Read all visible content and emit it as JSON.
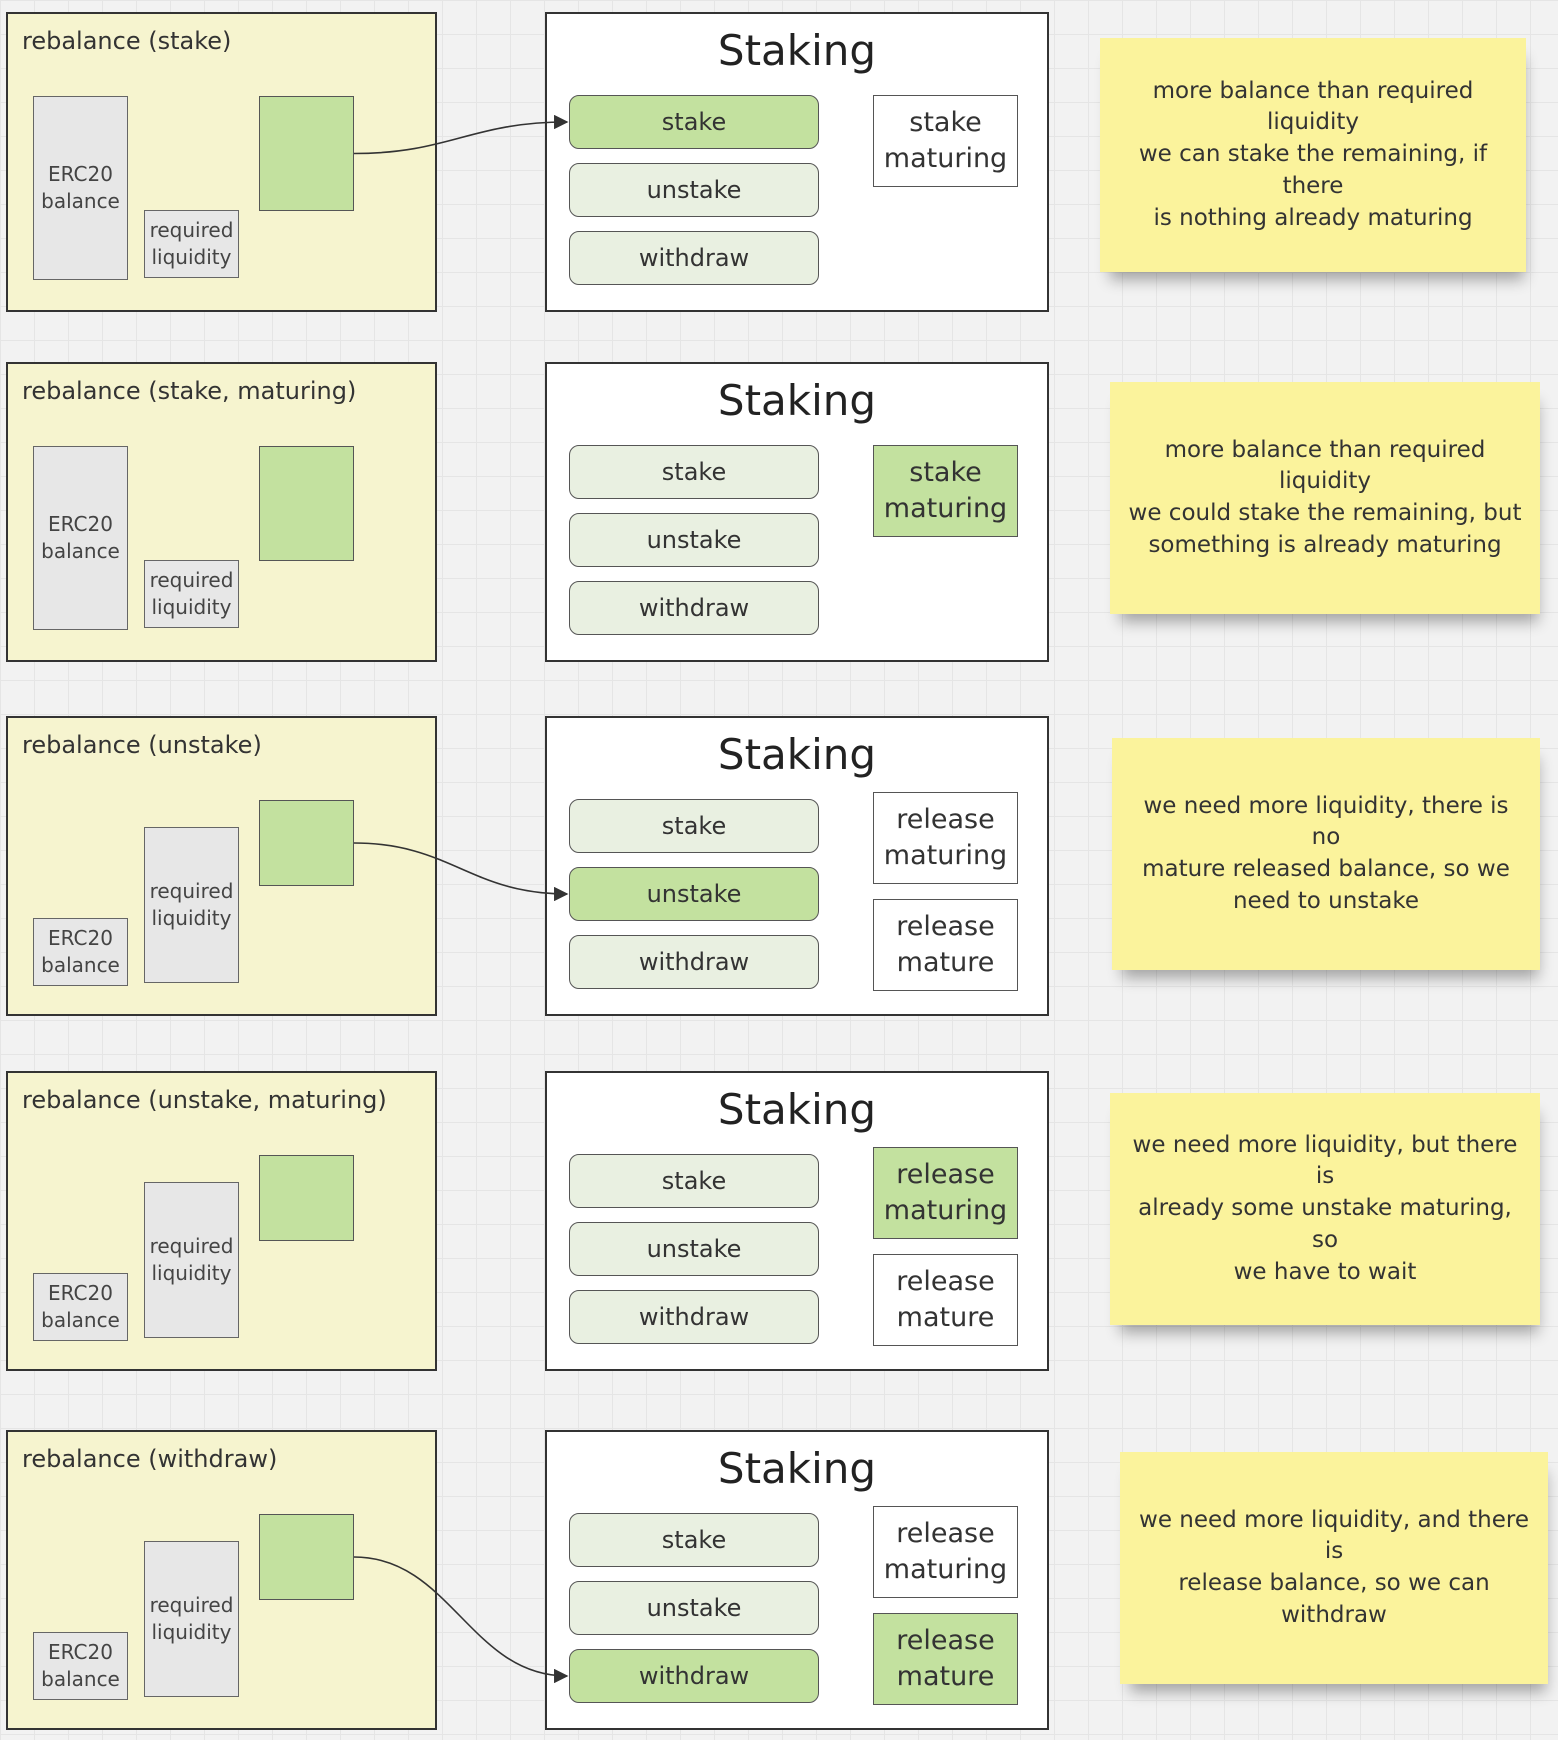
{
  "labels": {
    "erc20_balance": [
      "ERC20",
      "balance"
    ],
    "required_liquidity": [
      "required",
      "liquidity"
    ],
    "staking_title": "Staking",
    "stake": "stake",
    "unstake": "unstake",
    "withdraw": "withdraw",
    "stake_maturing": [
      "stake",
      "maturing"
    ],
    "release_maturing": [
      "release",
      "maturing"
    ],
    "release_mature": [
      "release",
      "mature"
    ]
  },
  "colors": {
    "active_green": "#c3e19f",
    "pill_inactive": "#e9f0e1",
    "rebalance_bg": "#f6f4cf",
    "sticky_note": "#fbf39c",
    "grey_bar": "#e7e7e7"
  },
  "scenarios": [
    {
      "title": "rebalance (stake)",
      "active_action": "stake",
      "states": [
        {
          "kind": "stake_maturing",
          "active": false
        }
      ],
      "note": [
        "more balance than required",
        "liquidity",
        "we can stake the remaining, if there",
        "is nothing already maturing"
      ]
    },
    {
      "title": "rebalance (stake, maturing)",
      "active_action": null,
      "states": [
        {
          "kind": "stake_maturing",
          "active": true
        }
      ],
      "note": [
        "more balance than required",
        "liquidity",
        "we could stake the remaining, but",
        "something is already maturing"
      ]
    },
    {
      "title": "rebalance (unstake)",
      "active_action": "unstake",
      "states": [
        {
          "kind": "release_maturing",
          "active": false
        },
        {
          "kind": "release_mature",
          "active": false
        }
      ],
      "note": [
        "we need more liquidity, there is no",
        "mature released balance, so we",
        "need to unstake"
      ]
    },
    {
      "title": "rebalance (unstake, maturing)",
      "active_action": null,
      "states": [
        {
          "kind": "release_maturing",
          "active": true
        },
        {
          "kind": "release_mature",
          "active": false
        }
      ],
      "note": [
        "we need more liquidity, but there is",
        "already some unstake maturing, so",
        "we have to wait"
      ]
    },
    {
      "title": "rebalance (withdraw)",
      "active_action": "withdraw",
      "states": [
        {
          "kind": "release_maturing",
          "active": false
        },
        {
          "kind": "release_mature",
          "active": true
        }
      ],
      "note": [
        "we need more liquidity, and there is",
        "release balance, so we can withdraw"
      ]
    }
  ]
}
